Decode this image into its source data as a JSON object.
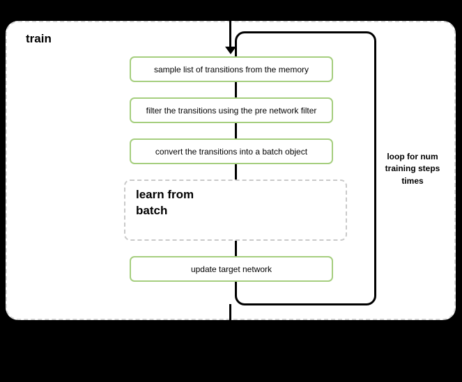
{
  "title": "train",
  "loop": {
    "label": "loop for num\ntraining steps\ntimes"
  },
  "steps": [
    {
      "label": "sample list of transitions from the memory"
    },
    {
      "label": "filter the transitions using the pre network filter"
    },
    {
      "label": "convert the transitions into a batch object"
    }
  ],
  "group": {
    "label": "learn from\nbatch"
  },
  "final_step": {
    "label": "update target network"
  },
  "colors": {
    "step_border": "#a5ce7e",
    "group_border": "#c9c9c9",
    "panel_border": "#d6d6d6",
    "line": "#000000",
    "background": "#000000",
    "panel_background": "#ffffff"
  }
}
